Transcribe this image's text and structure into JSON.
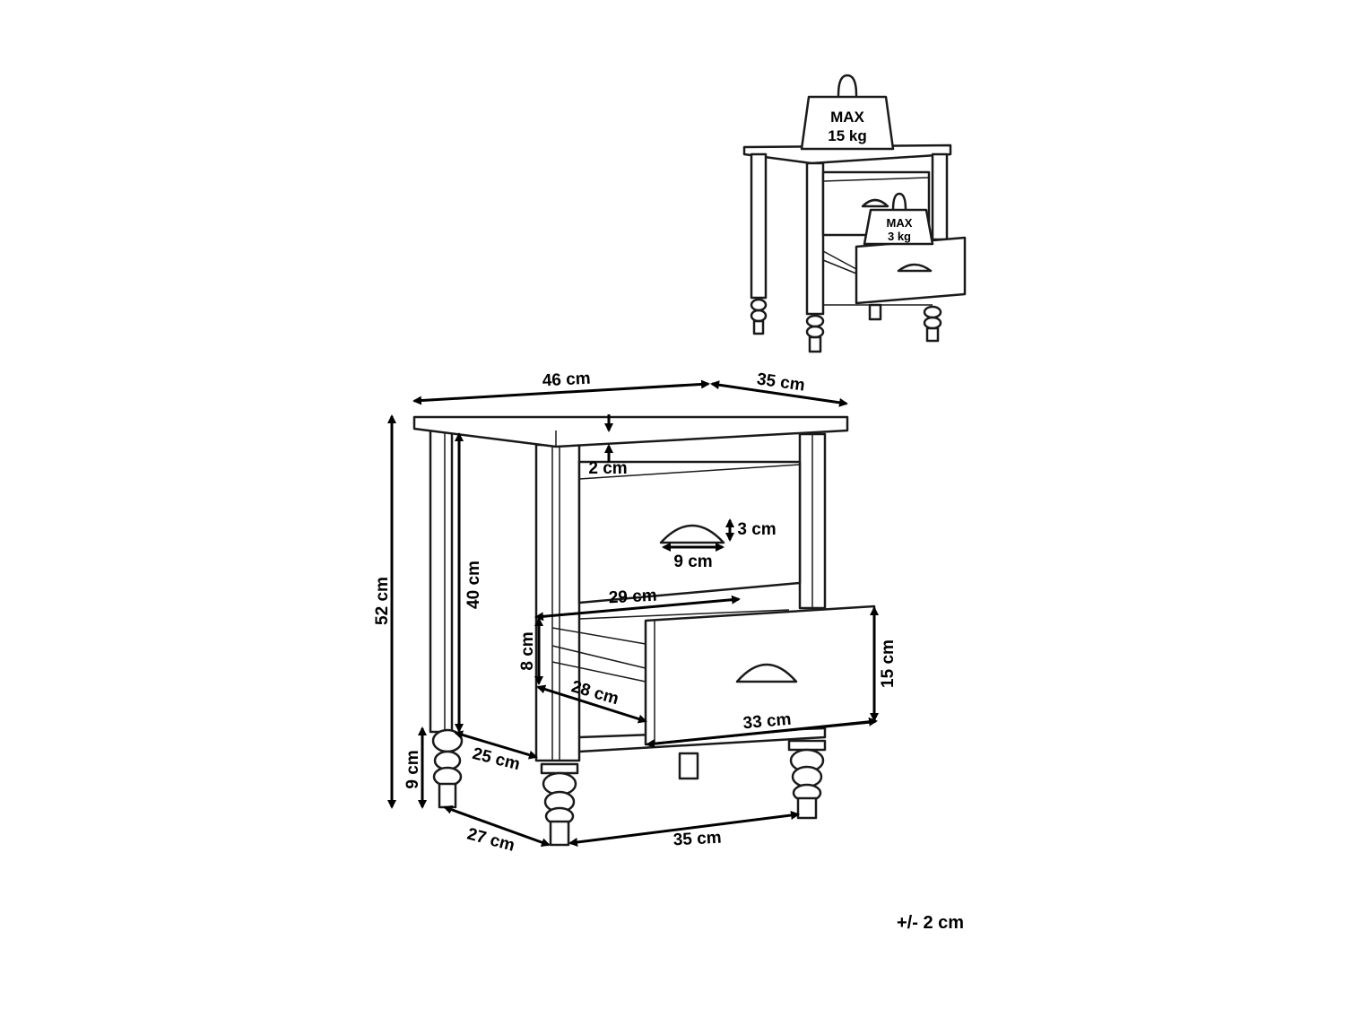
{
  "weights": {
    "top_line1": "MAX",
    "top_line2": "15 kg",
    "drawer_line1": "MAX",
    "drawer_line2": "3 kg"
  },
  "dimensions": {
    "top_width": "46 cm",
    "top_depth": "35 cm",
    "top_thickness": "2 cm",
    "total_height": "52 cm",
    "body_height": "40 cm",
    "handle_height": "3 cm",
    "handle_width": "9 cm",
    "drawer_inner_width": "29 cm",
    "drawer_inner_height": "8 cm",
    "drawer_inner_depth": "28 cm",
    "drawer_front_height": "15 cm",
    "drawer_front_width": "33 cm",
    "leg_side_inner": "25 cm",
    "leg_height": "9 cm",
    "leg_side_outer": "27 cm",
    "leg_front_span": "35 cm"
  },
  "tolerance": "+/- 2 cm"
}
